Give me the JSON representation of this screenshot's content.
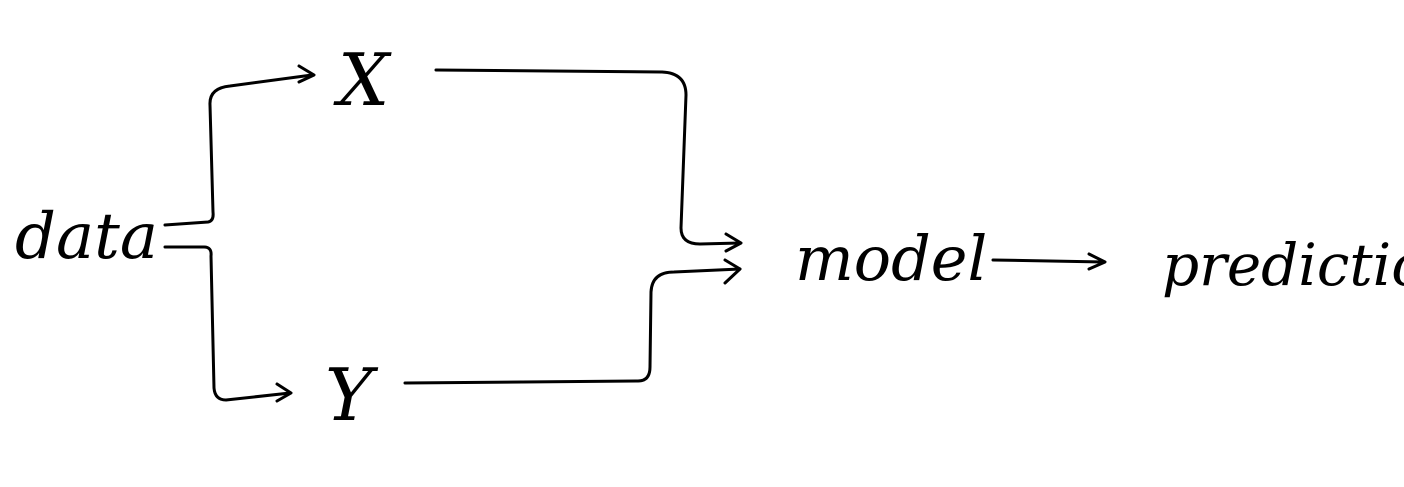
{
  "diagram": {
    "nodes": {
      "data": "data",
      "x": "X",
      "y": "Y",
      "model": "model",
      "prediction": "prediction"
    },
    "edges": [
      {
        "from": "data",
        "to": "X"
      },
      {
        "from": "data",
        "to": "Y"
      },
      {
        "from": "X",
        "to": "model"
      },
      {
        "from": "Y",
        "to": "model"
      },
      {
        "from": "model",
        "to": "prediction"
      }
    ],
    "colors": {
      "ink": "#000000",
      "background": "#ffffff"
    }
  }
}
